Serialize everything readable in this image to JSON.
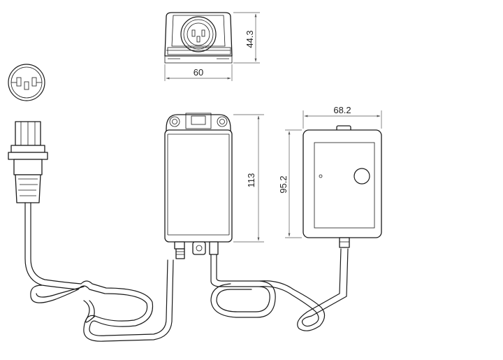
{
  "dimensions": {
    "top_view_width": "60",
    "top_view_height": "44.3",
    "main_body_height": "113",
    "side_box_width": "68.2",
    "side_box_height": "95.2"
  },
  "colors": {
    "line": "#1a1a1a",
    "dimension_line": "#555555",
    "background": "#ffffff"
  }
}
